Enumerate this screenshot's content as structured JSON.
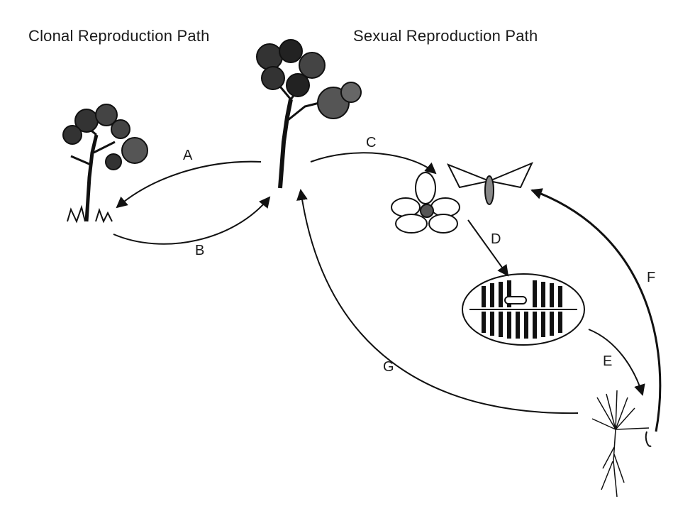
{
  "headings": {
    "clonal": "Clonal Reproduction Path",
    "sexual": "Sexual Reproduction Path"
  },
  "arrows": {
    "A": "A",
    "B": "B",
    "C": "C",
    "D": "D",
    "E": "E",
    "F": "F",
    "G": "G"
  },
  "colors": {
    "ink": "#111111",
    "paper": "#ffffff"
  },
  "icons": [
    "joshua-tree-clone-icon",
    "joshua-tree-parent-icon",
    "yucca-flower-icon",
    "yucca-moth-icon",
    "seed-pod-icon",
    "seedling-icon"
  ]
}
